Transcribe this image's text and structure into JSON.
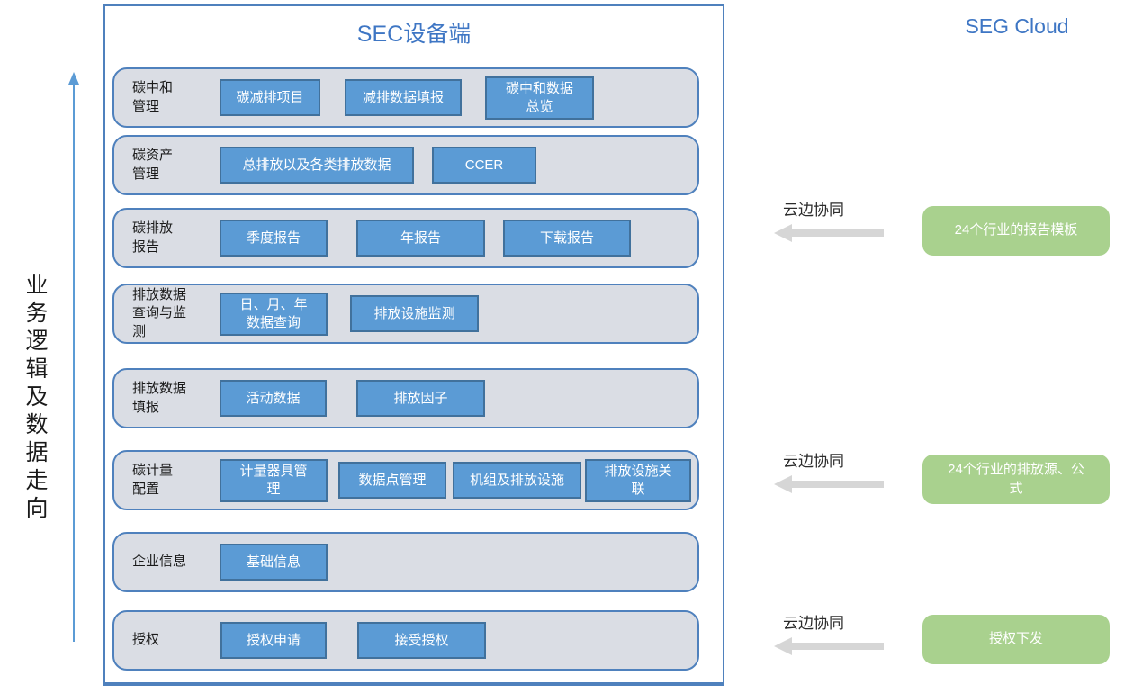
{
  "colors": {
    "accent_blue": "#5B9BD5",
    "chip_border_blue": "#41719C",
    "panel_border_blue": "#4F81BD",
    "row_fill_gray": "#DADDE4",
    "title_blue": "#3E76C4",
    "cloud_green": "#A9D18E",
    "arrow_gray": "#D6D6D6"
  },
  "left_axis": {
    "label": "业务逻辑及数据走向"
  },
  "sec": {
    "title": "SEC设备端",
    "rows": [
      {
        "label": "碳中和\n管理",
        "buttons": [
          "碳减排项目",
          "减排数据填报",
          "碳中和数据\n总览"
        ]
      },
      {
        "label": "碳资产\n管理",
        "buttons": [
          "总排放以及各类排放数据",
          "CCER"
        ]
      },
      {
        "label": "碳排放\n报告",
        "buttons": [
          "季度报告",
          "年报告",
          "下载报告"
        ]
      },
      {
        "label": "排放数据\n查询与监\n测",
        "buttons": [
          "日、月、年\n数据查询",
          "排放设施监测"
        ]
      },
      {
        "label": "排放数据\n填报",
        "buttons": [
          "活动数据",
          "排放因子"
        ]
      },
      {
        "label": "碳计量\n配置",
        "buttons": [
          "计量器具管\n理",
          "数据点管理",
          "机组及排放设施",
          "排放设施关\n联"
        ]
      },
      {
        "label": "企业信息",
        "buttons": [
          "基础信息"
        ]
      },
      {
        "label": "授权",
        "buttons": [
          "授权申请",
          "接受授权"
        ]
      }
    ]
  },
  "cloud": {
    "title": "SEG Cloud",
    "syncs": [
      {
        "label": "云边协同",
        "box": "24个行业的报告模板"
      },
      {
        "label": "云边协同",
        "box": "24个行业的排放源、公\n式"
      },
      {
        "label": "云边协同",
        "box": "授权下发"
      }
    ]
  }
}
